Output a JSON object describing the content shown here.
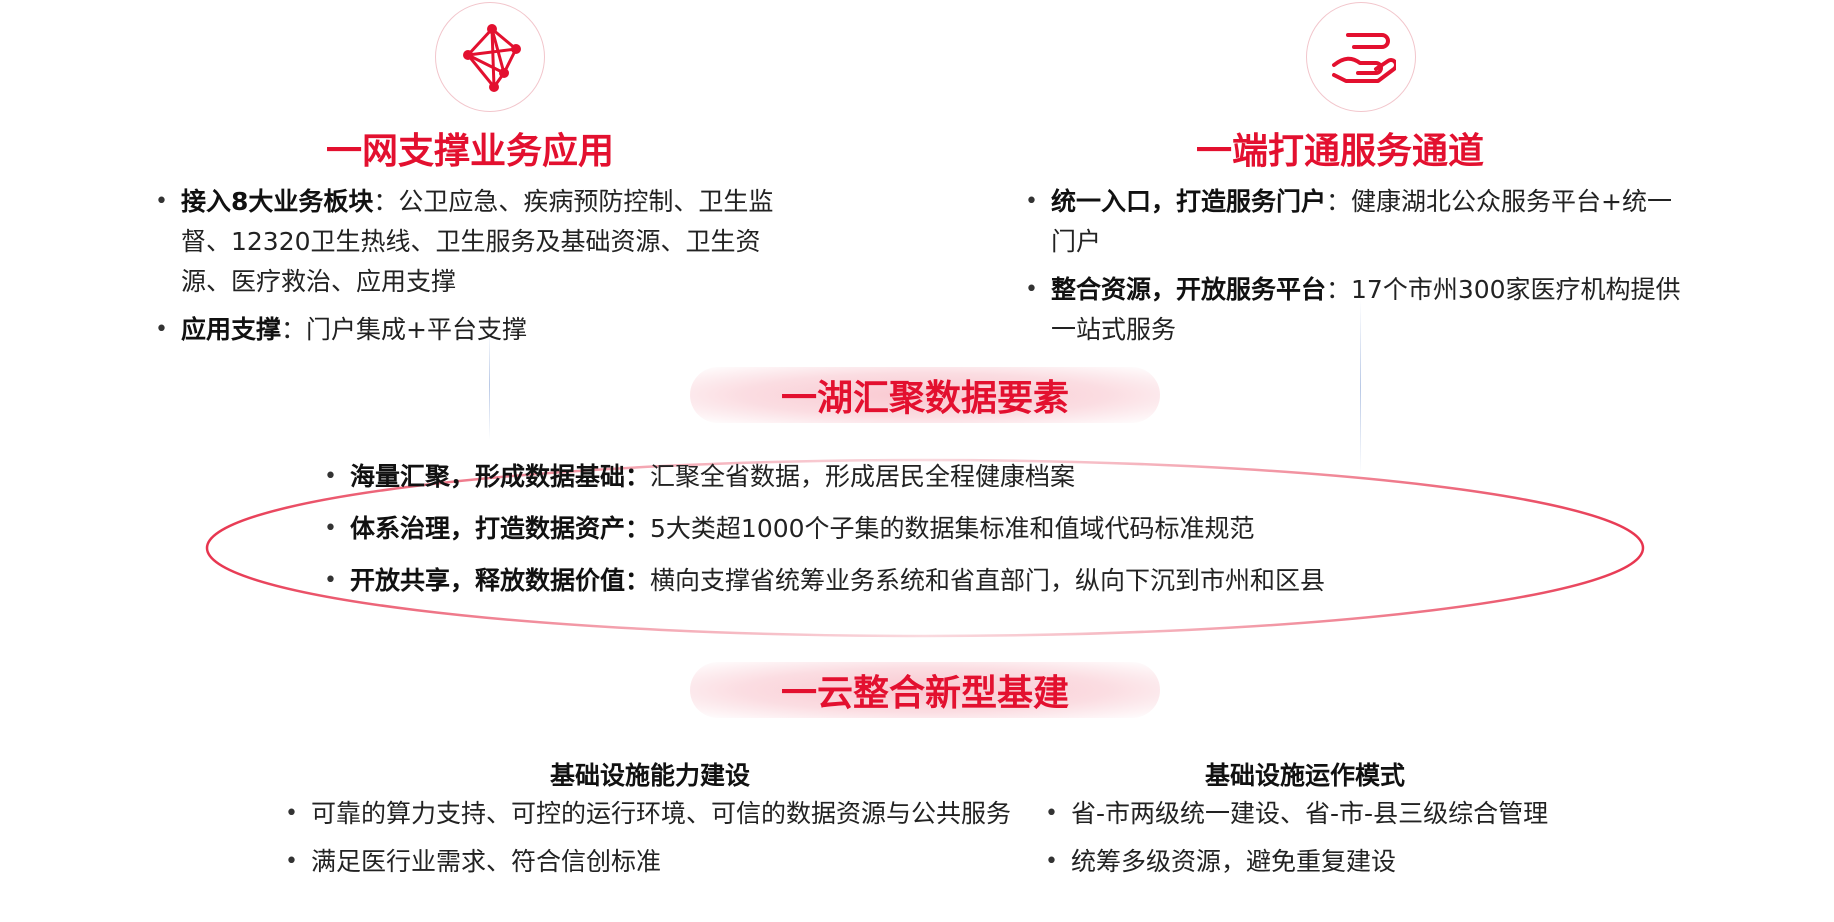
{
  "colors": {
    "accent": "#e3102f",
    "pill": "#fbdde2",
    "ring": "#e3102f"
  },
  "top_left": {
    "icon": "network-icon",
    "title": "一网支撑业务应用",
    "items": [
      {
        "bold": "接入8大业务板块",
        "text": "：公卫应急、疾病预防控制、卫生监督、12320卫生热线、卫生服务及基础资源、卫生资源、医疗救治、应用支撑"
      },
      {
        "bold": "应用支撑",
        "text": "：门户集成+平台支撑"
      }
    ]
  },
  "top_right": {
    "icon": "hand-service-icon",
    "title": "一端打通服务通道",
    "items": [
      {
        "bold": "统一入口，打造服务门户",
        "text": "：健康湖北公众服务平台+统一门户"
      },
      {
        "bold": "整合资源，开放服务平台",
        "text": "：17个市州300家医疗机构提供一站式服务"
      }
    ]
  },
  "middle": {
    "title": "一湖汇聚数据要素",
    "items": [
      {
        "bold": "海量汇聚，形成数据基础：",
        "text": "汇聚全省数据，形成居民全程健康档案"
      },
      {
        "bold": "体系治理，打造数据资产：",
        "text": "5大类超1000个子集的数据集标准和值域代码标准规范"
      },
      {
        "bold": "开放共享，释放数据价值：",
        "text": "横向支撑省统筹业务系统和省直部门，纵向下沉到市州和区县"
      }
    ]
  },
  "bottom": {
    "title": "一云整合新型基建",
    "left": {
      "heading": "基础设施能力建设",
      "items": [
        "可靠的算力支持、可控的运行环境、可信的数据资源与公共服务",
        "满足医行业需求、符合信创标准"
      ]
    },
    "right": {
      "heading": "基础设施运作模式",
      "items": [
        "省-市两级统一建设、省-市-县三级综合管理",
        "统筹多级资源，避免重复建设"
      ]
    }
  }
}
